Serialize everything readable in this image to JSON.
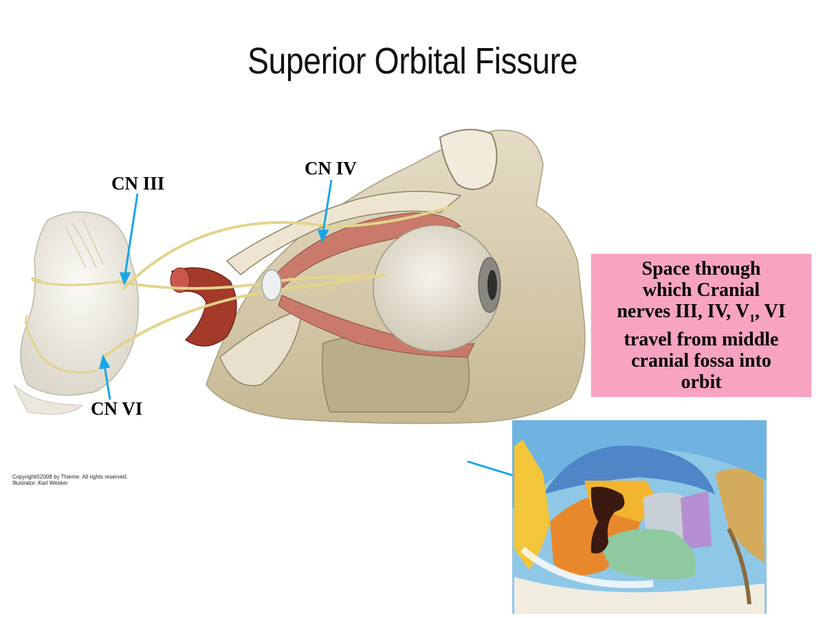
{
  "title": "Superior Orbital Fissure",
  "labels": {
    "cn3": "CN III",
    "cn4": "CN IV",
    "cn6": "CN VI"
  },
  "callout": {
    "lines": [
      "Space through",
      "which Cranial",
      "nerves III, IV, V",
      "travel from middle",
      "cranial fossa into",
      "orbit"
    ],
    "v_subscript": "1",
    "line3_suffix": ", VI"
  },
  "copyright": {
    "line1": "Copyright©2008 by Thieme. All rights reserved.",
    "line2": "Illustrator: Karl Wesker"
  },
  "colors": {
    "callout_bg": "#f8a3c1",
    "arrow": "#1aa6e6",
    "nerve": "#e3d48c",
    "bone": "#d8ccb0",
    "muscle": "#c97a6a",
    "artery": "#a33a2a"
  }
}
